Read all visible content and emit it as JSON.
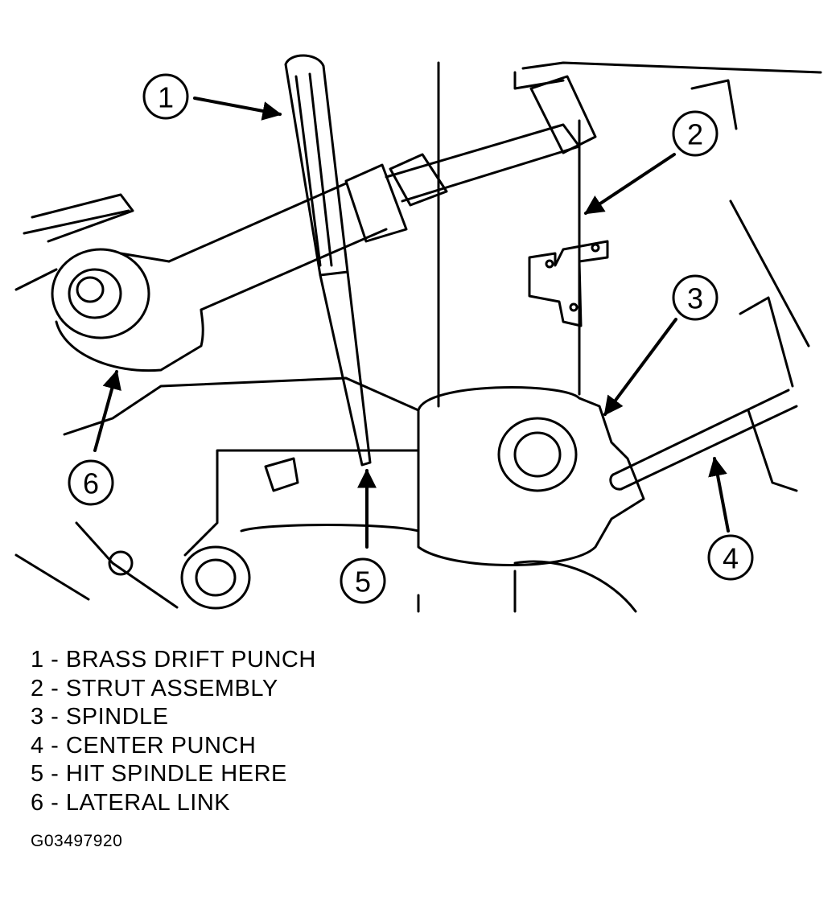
{
  "callouts": [
    {
      "number": "1"
    },
    {
      "number": "2"
    },
    {
      "number": "3"
    },
    {
      "number": "4"
    },
    {
      "number": "5"
    },
    {
      "number": "6"
    }
  ],
  "legend": [
    {
      "text": "1 - BRASS DRIFT PUNCH"
    },
    {
      "text": "2 - STRUT ASSEMBLY"
    },
    {
      "text": "3 - SPINDLE"
    },
    {
      "text": "4 - CENTER PUNCH"
    },
    {
      "text": "5 - HIT SPINDLE HERE"
    },
    {
      "text": "6 - LATERAL LINK"
    }
  ],
  "figure_id": "G03497920"
}
